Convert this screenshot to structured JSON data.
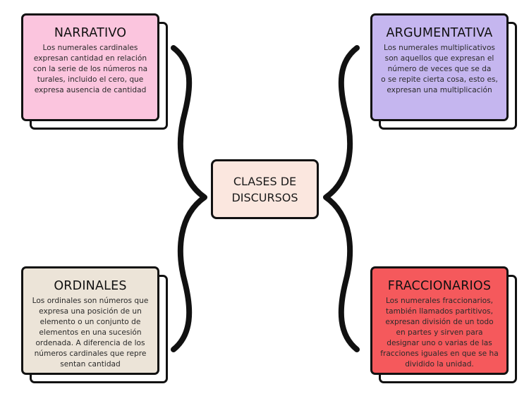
{
  "colors": {
    "narrativo": "#fbc5de",
    "argumentativa": "#c5b6ef",
    "ordinales": "#ece4d8",
    "fraccionarios": "#f5595c",
    "center": "#fbe7df",
    "outline": "#111111"
  },
  "center": {
    "title": "CLASES DE\nDISCURSOS"
  },
  "cards": {
    "narrativo": {
      "title": "NARRATIVO",
      "body": "Los numerales cardinales\nexpresan cantidad en relación\ncon la serie de los números na\nturales, incluido el cero, que\nexpresa ausencia de cantidad"
    },
    "argumentativa": {
      "title": "ARGUMENTATIVA",
      "body": "Los numerales multiplicativos\nson aquellos que expresan el\nnúmero de veces que se da\no se repite cierta cosa, esto es,\nexpresan una multiplicación"
    },
    "ordinales": {
      "title": "ORDINALES",
      "body": "Los ordinales son números que\nexpresa una posición de un\nelemento o un conjunto de\nelementos en una sucesión\nordenada. A diferencia de los\nnúmeros cardinales que repre\nsentan cantidad"
    },
    "fraccionarios": {
      "title": "FRACCIONARIOS",
      "body": "Los numerales fraccionarios,\ntambién llamados partitivos,\nexpresan división de un todo\nen partes y sirven para\ndesignar uno o varias de las\nfracciones iguales en que se ha\ndividido la unidad."
    }
  }
}
